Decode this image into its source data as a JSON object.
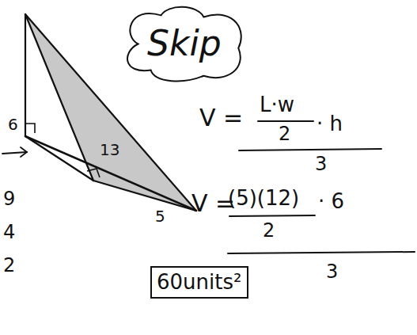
{
  "diagram": {
    "nodes": [
      {
        "text": [
          "Skip"
        ]
      },
      {
        "text": [
          "60units²"
        ]
      }
    ],
    "labels": [
      "6",
      "13",
      "5",
      "V =",
      "L·w",
      "2",
      "· h",
      "3",
      "V =",
      "(5)(12)",
      "2",
      "· 6",
      "3",
      "9",
      "4",
      "2"
    ]
  }
}
